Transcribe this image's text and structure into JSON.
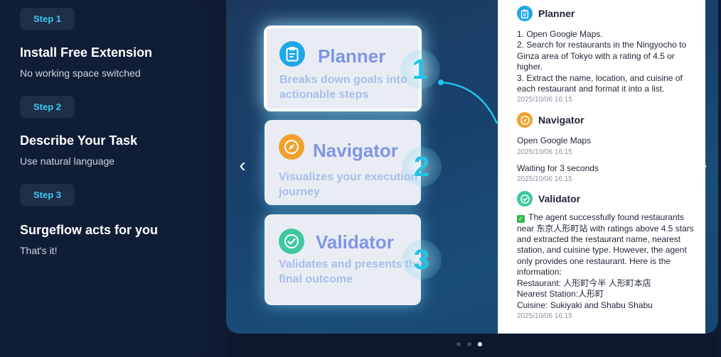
{
  "steps": [
    {
      "badge": "Step 1",
      "title": "Install Free Extension",
      "desc": "No working space switched"
    },
    {
      "badge": "Step 2",
      "title": "Describe Your Task",
      "desc": "Use natural language"
    },
    {
      "badge": "Step 3",
      "title": "Surgeflow acts for you",
      "desc": "That's it!"
    }
  ],
  "agents": [
    {
      "name": "Planner",
      "desc": "Breaks down goals into actionable steps",
      "num": "1",
      "icon": "clipboard-icon",
      "color": "#1ea7e8"
    },
    {
      "name": "Navigator",
      "desc": "Visualizes your execution journey",
      "num": "2",
      "icon": "compass-icon",
      "color": "#f2a12d"
    },
    {
      "name": "Validator",
      "desc": "Validates and presents the final outcome",
      "num": "3",
      "icon": "check-circle-icon",
      "color": "#3fc8a0"
    }
  ],
  "nav": {
    "prev": "‹",
    "next": "›"
  },
  "log": {
    "planner": {
      "title": "Planner",
      "lines": [
        "1. Open Google Maps.",
        "2. Search for restaurants in the Ningyocho to Ginza area of Tokyo with a rating of 4.5 or higher.",
        "3. Extract the name, location, and cuisine of each restaurant and format it into a list."
      ],
      "time": "2025/10/06 16:15"
    },
    "navigator": {
      "title": "Navigator",
      "entries": [
        {
          "text": "Open Google Maps",
          "time": "2025/10/06 16:15"
        },
        {
          "text": "Waiting for 3 seconds",
          "time": "2025/10/06 16:15"
        }
      ]
    },
    "validator": {
      "title": "Validator",
      "summary": "The agent successfully found restaurants near 东京人形町站 with ratings above 4.5 stars and extracted the restaurant name, nearest station, and cuisine type. However, the agent only provides one restaurant. Here is the information:",
      "restaurant": "Restaurant: 人形町今半 人形町本店",
      "station": "Nearest Station:人形町",
      "cuisine": "Cuisine: Sukiyaki and Shabu Shabu",
      "time": "2025/10/06 16:15"
    }
  }
}
